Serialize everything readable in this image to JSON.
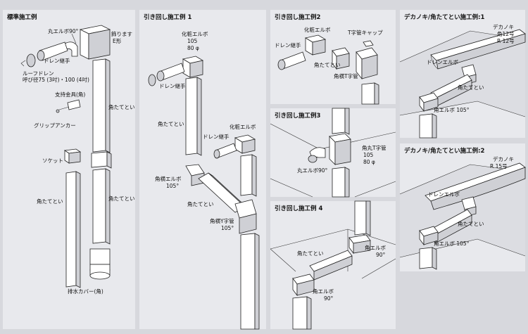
{
  "panels": {
    "standard": {
      "title": "標準施工例",
      "labels": {
        "round_elbow": "丸エルボ90°",
        "kazarimasu": "飾ります",
        "e_type": "E形",
        "drain_joint": "ドレン継手",
        "roof_drain": "ルーフドレン",
        "roof_drain_size": "呼び径75 (3吋)・100 (4吋)",
        "support": "支持金具(角)",
        "grip_anchor": "グリップアンカー",
        "socket": "ソケット",
        "square_pipe_1": "角たてとい",
        "square_pipe_2": "角たてとい",
        "square_pipe_3": "角たてとい",
        "drain_cover": "排水カバー(角)"
      }
    },
    "routing1": {
      "title": "引き回し施工例 1",
      "labels": {
        "decor_elbow": "化粧エルボ",
        "decor_elbow_spec1": "105",
        "decor_elbow_spec2": "80 φ",
        "drain_joint": "ドレン継手",
        "square_pipe_1": "角たてとい",
        "decor_elbow_2": "化粧エルボ",
        "drain_joint_2": "ドレン継手",
        "corner_elbow": "角横エルボ",
        "corner_elbow_deg": "105°",
        "square_pipe_2": "角たてとい",
        "corner_y": "角横Y字管",
        "corner_y_deg": "105°"
      }
    },
    "routing2": {
      "title": "引き回し施工例2",
      "labels": {
        "decor_elbow": "化粧エルボ",
        "t_cap": "T字管キャップ",
        "drain_joint": "ドレン継手",
        "square_pipe": "角たてとい",
        "corner_t": "角横T字管"
      }
    },
    "routing3": {
      "title": "引き回し施工例3",
      "labels": {
        "kaku_maru_t": "角丸T字管",
        "spec1": "105",
        "spec2": "80 φ",
        "round_elbow": "丸エルボ90°"
      }
    },
    "routing4": {
      "title": "引き回し施工例 4",
      "labels": {
        "square_pipe": "角たてとい",
        "corner_elbow_1": "角エルボ",
        "corner_elbow_1_deg": "90°",
        "corner_elbow_2": "角エルボ",
        "corner_elbow_2_deg": "90°"
      }
    },
    "decanoki1": {
      "title": "デカノキ/角たてとい施工例:1",
      "labels": {
        "brand": "デカノキ",
        "spec1": "角12号",
        "spec2": "R 12号",
        "drain_elbow": "ドレンエルボ",
        "square_pipe": "角たてとい",
        "corner_elbow": "角エルボ 105°"
      }
    },
    "decanoki2": {
      "title": "デカノキ/角たてとい施工例:2",
      "labels": {
        "brand": "デカノキ",
        "spec1": "R 15号",
        "drain_elbow": "ドレンエルボ",
        "square_pipe": "角たてとい",
        "corner_elbow": "角エルボ 105°"
      }
    }
  }
}
